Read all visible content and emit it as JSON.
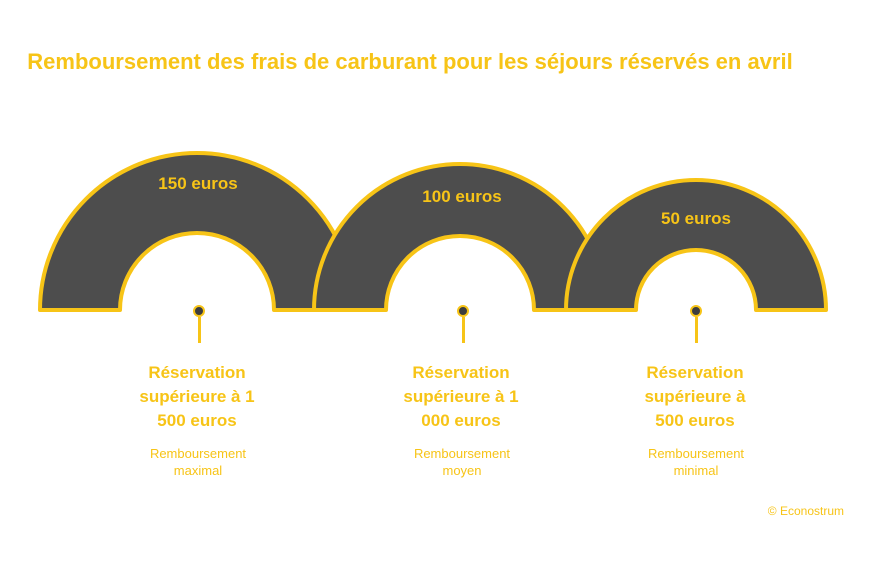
{
  "title": "Remboursement des frais de carburant pour les séjours réservés en avril",
  "colors": {
    "accent": "#f7c417",
    "arc_fill": "#4d4d4d",
    "background": "#ffffff"
  },
  "items": [
    {
      "amount": "150 euros",
      "condition": [
        "Réservation",
        "supérieure à 1",
        "500 euros"
      ],
      "description": [
        "Remboursement",
        "maximal"
      ]
    },
    {
      "amount": "100 euros",
      "condition": [
        "Réservation",
        "supérieure à 1",
        "000 euros"
      ],
      "description": [
        "Remboursement",
        "moyen"
      ]
    },
    {
      "amount": "50 euros",
      "condition": [
        "Réservation",
        "supérieure à",
        "500 euros"
      ],
      "description": [
        "Remboursement",
        "minimal"
      ]
    }
  ],
  "credit": "© Econostrum"
}
